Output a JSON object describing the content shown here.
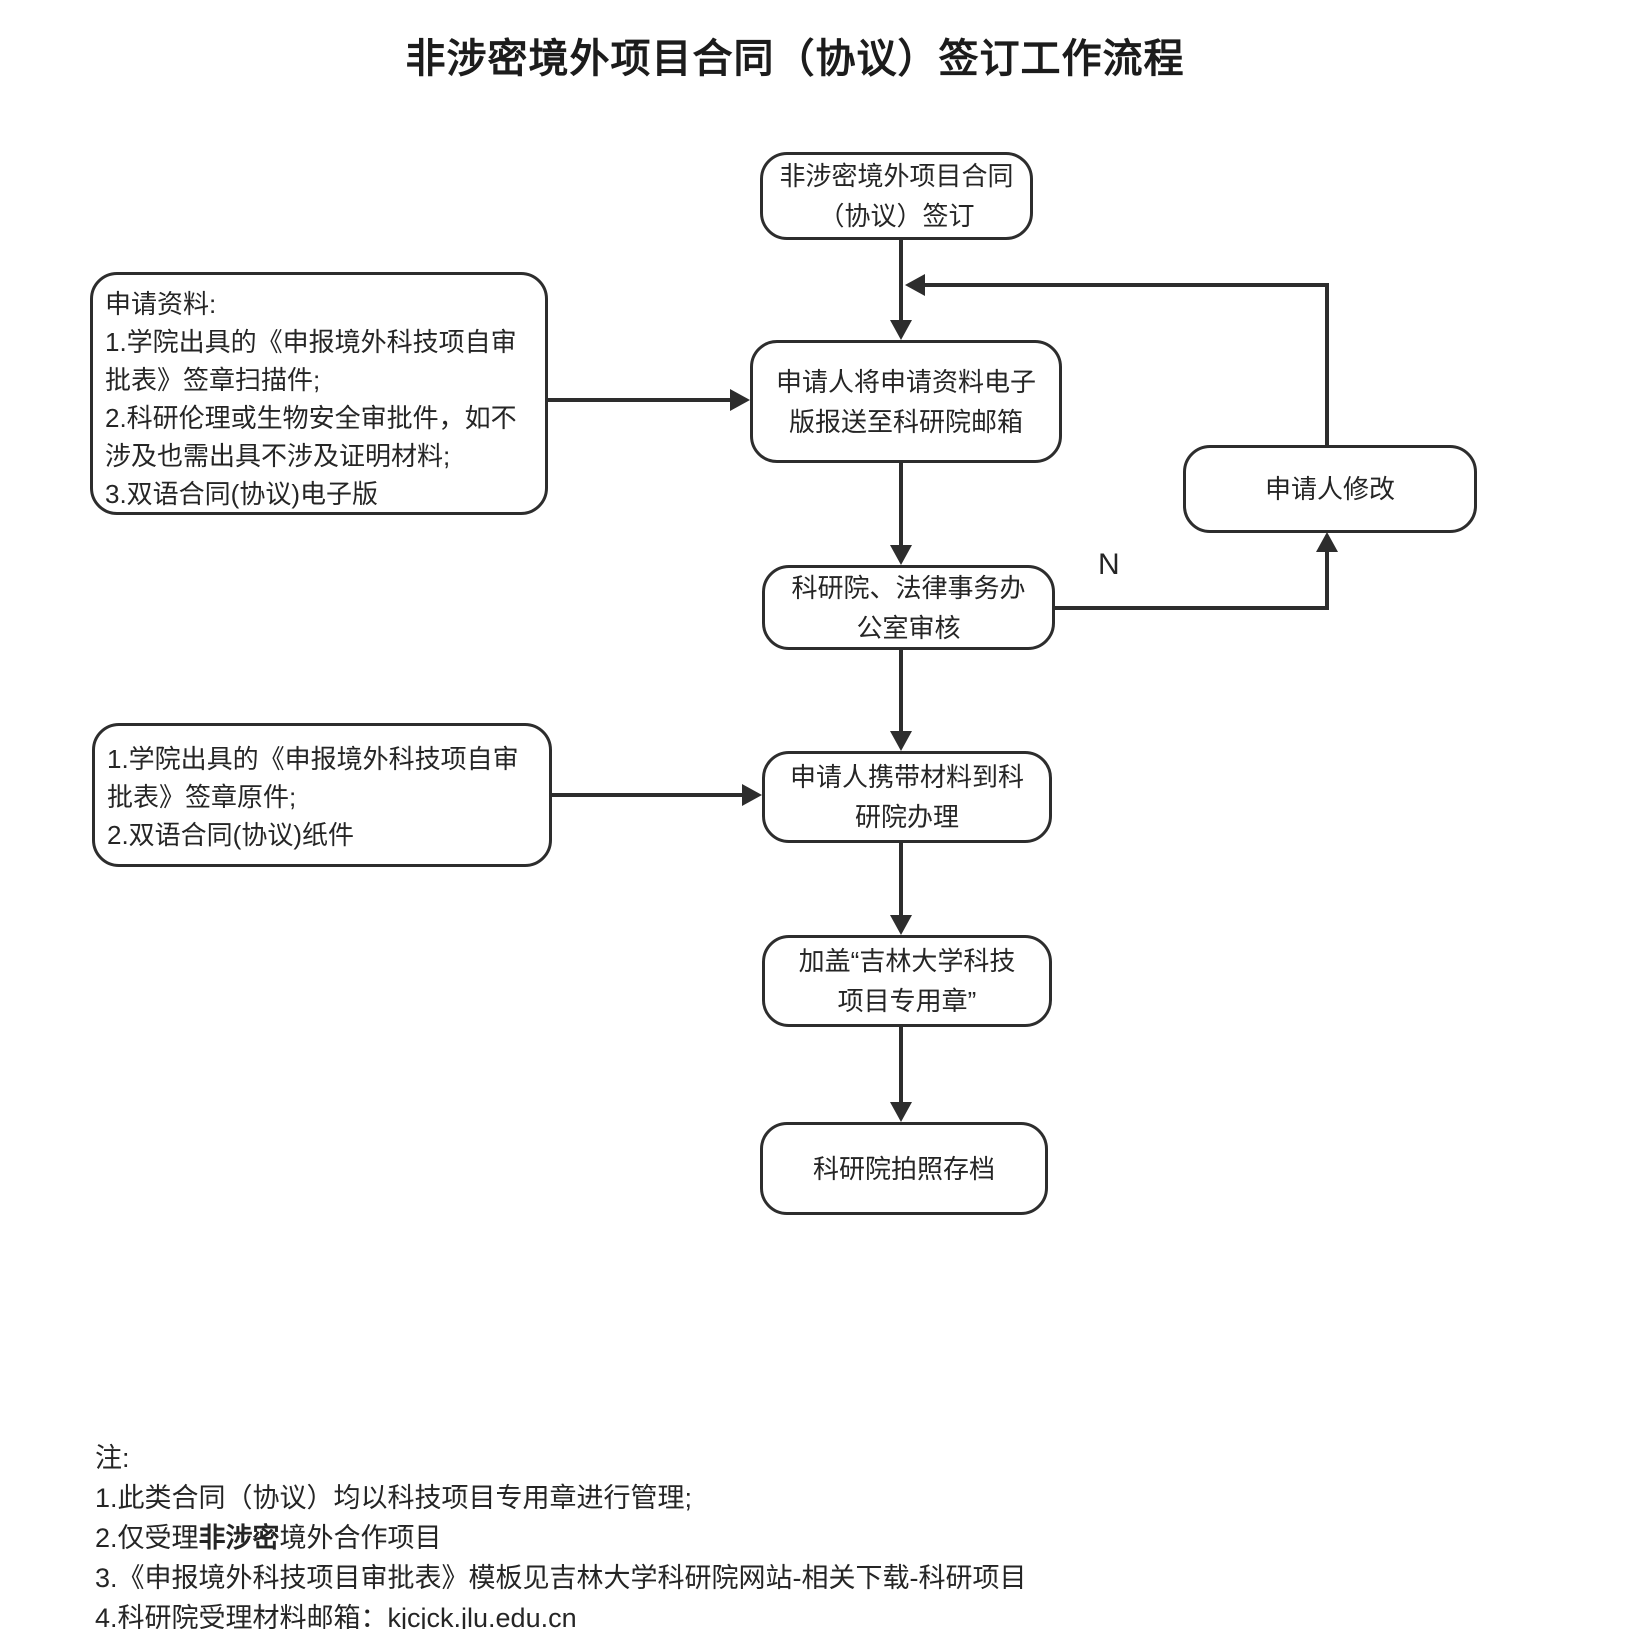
{
  "title": "非涉密境外项目合同（协议）签订工作流程",
  "flow": {
    "start": {
      "line1": "非涉密境外项目合同",
      "line2": "（协议）签订"
    },
    "submit": {
      "line1": "申请人将申请资料电子",
      "line2": "版报送至科研院邮箱"
    },
    "review": {
      "line1": "科研院、法律事务办",
      "line2": "公室审核"
    },
    "modify": {
      "line1": "申请人修改"
    },
    "bring": {
      "line1": "申请人携带材料到科",
      "line2": "研院办理"
    },
    "stamp": {
      "line1": "加盖“吉林大学科技",
      "line2": "项目专用章”"
    },
    "archive": {
      "line1": "科研院拍照存档"
    },
    "reject_label": "N"
  },
  "materials_electronic": {
    "line1": "申请资料:",
    "line2": "1.学院出具的《申报境外科技项自审",
    "line3": "批表》签章扫描件;",
    "line4": "2.科研伦理或生物安全审批件，如不",
    "line5": "涉及也需出具不涉及证明材料;",
    "line6": "3.双语合同(协议)电子版"
  },
  "materials_paper": {
    "line1": "1.学院出具的《申报境外科技项自审",
    "line2": "批表》签章原件;",
    "line3": "2.双语合同(协议)纸件"
  },
  "notes": {
    "heading": "注:",
    "item1": "1.此类合同（协议）均以科技项目专用章进行管理;",
    "item2_prefix": "2.仅受理",
    "item2_bold": "非涉密",
    "item2_suffix": "境外合作项目",
    "item3": "3.《申报境外科技项目审批表》模板见吉林大学科研院网站-相关下载-科研项目",
    "item4": "4.科研院受理材料邮箱：kjcjck.jlu.edu.cn"
  }
}
